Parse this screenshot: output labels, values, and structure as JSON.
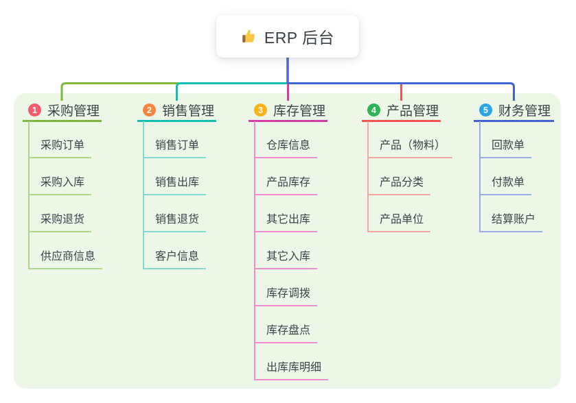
{
  "root_node": {
    "title": "ERP 后台",
    "icon": "thumbs-up-icon"
  },
  "colors": {
    "canvas_bg": "#ffffff",
    "panel_bg": "#edf7e8",
    "root_connector": "#5164d3",
    "text": "#3d4349"
  },
  "branches": [
    {
      "number": "1",
      "label": "采购管理",
      "line_color": "#7cb83d",
      "light_color": "#abd687",
      "badge_color": "#f25c6c",
      "children": [
        "采购订单",
        "采购入库",
        "采购退货",
        "供应商信息"
      ]
    },
    {
      "number": "2",
      "label": "销售管理",
      "line_color": "#15bcb1",
      "light_color": "#84d9d1",
      "badge_color": "#f8853e",
      "children": [
        "销售订单",
        "销售出库",
        "销售退货",
        "客户信息"
      ]
    },
    {
      "number": "3",
      "label": "库存管理",
      "line_color": "#d23ca9",
      "light_color": "#ef8ccf",
      "badge_color": "#fbb117",
      "children": [
        "仓库信息",
        "产品库存",
        "其它出库",
        "其它入库",
        "库存调拨",
        "库存盘点",
        "出库库明细"
      ]
    },
    {
      "number": "4",
      "label": "产品管理",
      "line_color": "#f2564e",
      "light_color": "#f8a79e",
      "badge_color": "#2fb356",
      "children": [
        "产品（物料）",
        "产品分类",
        "产品单位"
      ]
    },
    {
      "number": "5",
      "label": "财务管理",
      "line_color": "#3f63d1",
      "light_color": "#97ade7",
      "badge_color": "#2aa5e7",
      "children": [
        "回款单",
        "付款单",
        "结算账户"
      ]
    }
  ]
}
